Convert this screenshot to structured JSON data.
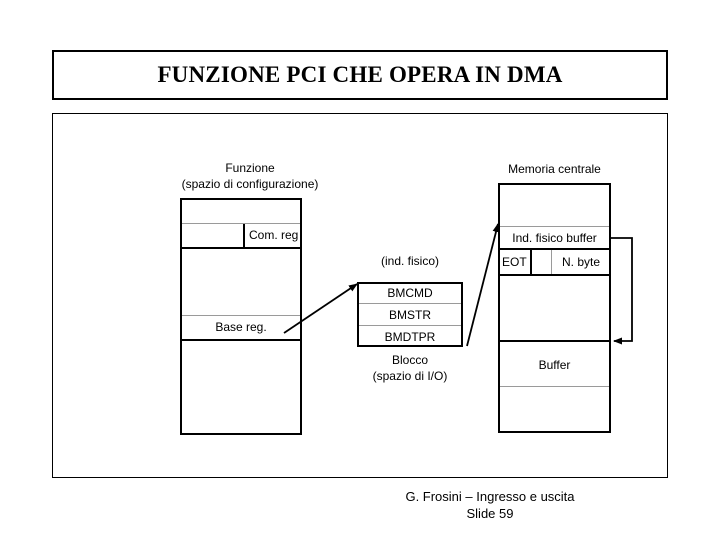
{
  "slide": {
    "title": "FUNZIONE PCI CHE OPERA IN DMA",
    "footer_line1": "G. Frosini – Ingresso e uscita",
    "footer_line2": "Slide 59"
  },
  "diagram": {
    "funzione": {
      "caption_line1": "Funzione",
      "caption_line2": "(spazio di configurazione)",
      "rows": [
        {
          "label": ""
        },
        {
          "label": "Com. reg"
        },
        {
          "label": ""
        },
        {
          "label": "Base reg."
        },
        {
          "label": ""
        }
      ]
    },
    "blocco": {
      "pointer_label": "(ind. fisico)",
      "caption_line1": "Blocco",
      "caption_line2": "(spazio di I/O)",
      "rows": [
        {
          "label": "BMCMD"
        },
        {
          "label": "BMSTR"
        },
        {
          "label": "BMDTPR"
        }
      ]
    },
    "memoria": {
      "caption": "Memoria centrale",
      "row_ind_fisico": "Ind. fisico buffer",
      "row_eot": "EOT",
      "row_blank": "",
      "row_nbyte": "N. byte",
      "row_buffer": "Buffer"
    },
    "colors": {
      "line": "#000000",
      "divider": "#9a9a9a",
      "background": "#ffffff"
    }
  }
}
